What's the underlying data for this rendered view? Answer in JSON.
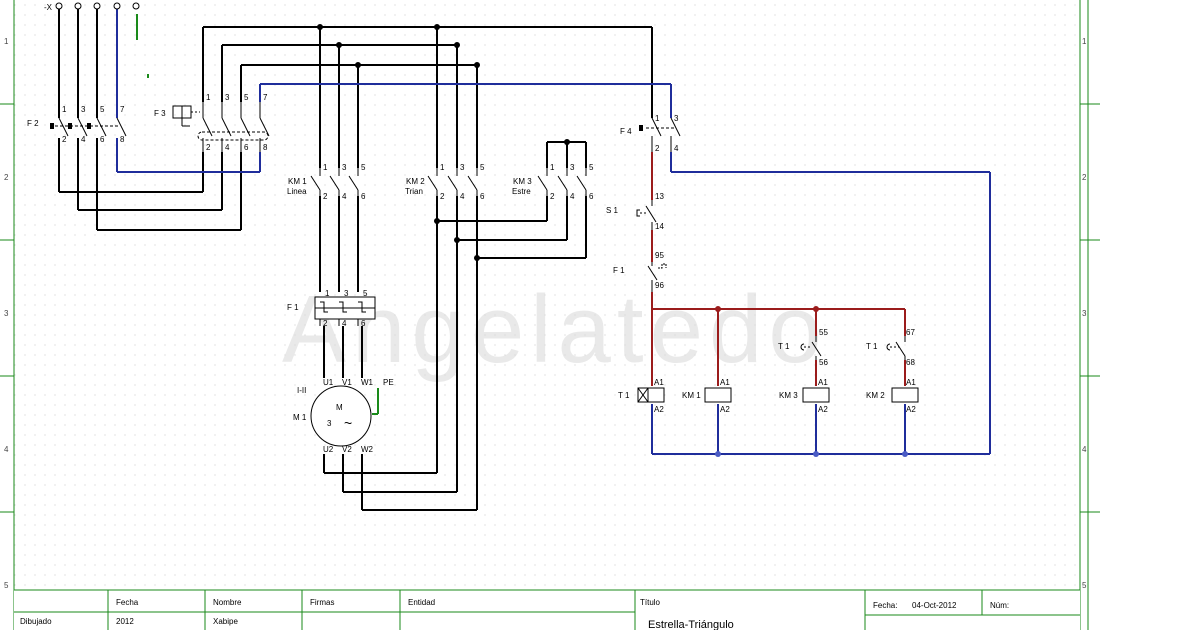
{
  "watermark": "Angelatedo",
  "colors": {
    "power_wire": "#000000",
    "neutral_wire": "#1f2d9b",
    "control_wire": "#9b1c1c",
    "earth_wire": "#1a8a1a",
    "frame": "#1a8a1a",
    "grid_dot": "#c8c8c8"
  },
  "ruler_rows": [
    "1",
    "2",
    "3",
    "4",
    "5"
  ],
  "supply": {
    "labels": [
      "-X"
    ]
  },
  "components": {
    "f2": {
      "label": "F 2",
      "top_pins": [
        "1",
        "3",
        "5",
        "7"
      ],
      "bottom_pins": [
        "2",
        "4",
        "6",
        "8"
      ]
    },
    "f3": {
      "label": "F 3",
      "top_pins": [
        "1",
        "3",
        "5",
        "7"
      ],
      "bottom_pins": [
        "2",
        "4",
        "6",
        "8"
      ]
    },
    "km1": {
      "label": "KM 1",
      "sub": "Linea",
      "top_pins": [
        "1",
        "3",
        "5"
      ],
      "bottom_pins": [
        "2",
        "4",
        "6"
      ]
    },
    "km2": {
      "label": "KM 2",
      "sub": "Trian",
      "top_pins": [
        "1",
        "3",
        "5"
      ],
      "bottom_pins": [
        "2",
        "4",
        "6"
      ]
    },
    "km3": {
      "label": "KM 3",
      "sub": "Estre",
      "top_pins": [
        "1",
        "3",
        "5"
      ],
      "bottom_pins": [
        "2",
        "4",
        "6"
      ]
    },
    "f1": {
      "label": "F 1",
      "top_pins": [
        "1",
        "3",
        "5"
      ],
      "bottom_pins": [
        "2",
        "4",
        "6"
      ]
    },
    "motor": {
      "label": "M 1",
      "sub": "I-II",
      "symbol": "M",
      "phases": "3",
      "ac": "~",
      "top_pins": [
        "U1",
        "V1",
        "W1"
      ],
      "bottom_pins": [
        "U2",
        "V2",
        "W2"
      ],
      "pe": "PE"
    },
    "f4": {
      "label": "F 4",
      "top_pins": [
        "1",
        "3"
      ],
      "bottom_pins": [
        "2",
        "4"
      ]
    },
    "s1": {
      "label": "S 1",
      "pins": [
        "13",
        "14"
      ]
    },
    "f1_aux": {
      "label": "F 1",
      "pins": [
        "95",
        "96"
      ]
    },
    "t1_nc": {
      "label": "T 1",
      "pins": [
        "55",
        "56"
      ]
    },
    "t1_no": {
      "label": "T 1",
      "pins": [
        "67",
        "68"
      ]
    },
    "coils": [
      {
        "label": "T 1",
        "a1": "A1",
        "a2": "A2"
      },
      {
        "label": "KM 1",
        "a1": "A1",
        "a2": "A2"
      },
      {
        "label": "KM 3",
        "a1": "A1",
        "a2": "A2"
      },
      {
        "label": "KM 2",
        "a1": "A1",
        "a2": "A2"
      }
    ]
  },
  "title_block": {
    "headers": {
      "fecha": "Fecha",
      "nombre": "Nombre",
      "firmas": "Firmas",
      "entidad": "Entidad",
      "titulo": "Título"
    },
    "row_label": "Dibujado",
    "date_value": "2012",
    "name_value": "Xabipe",
    "title_value": "Estrella-Triángulo",
    "fecha_label": "Fecha:",
    "fecha_value": "04-Oct-2012",
    "num_label": "Núm:"
  }
}
